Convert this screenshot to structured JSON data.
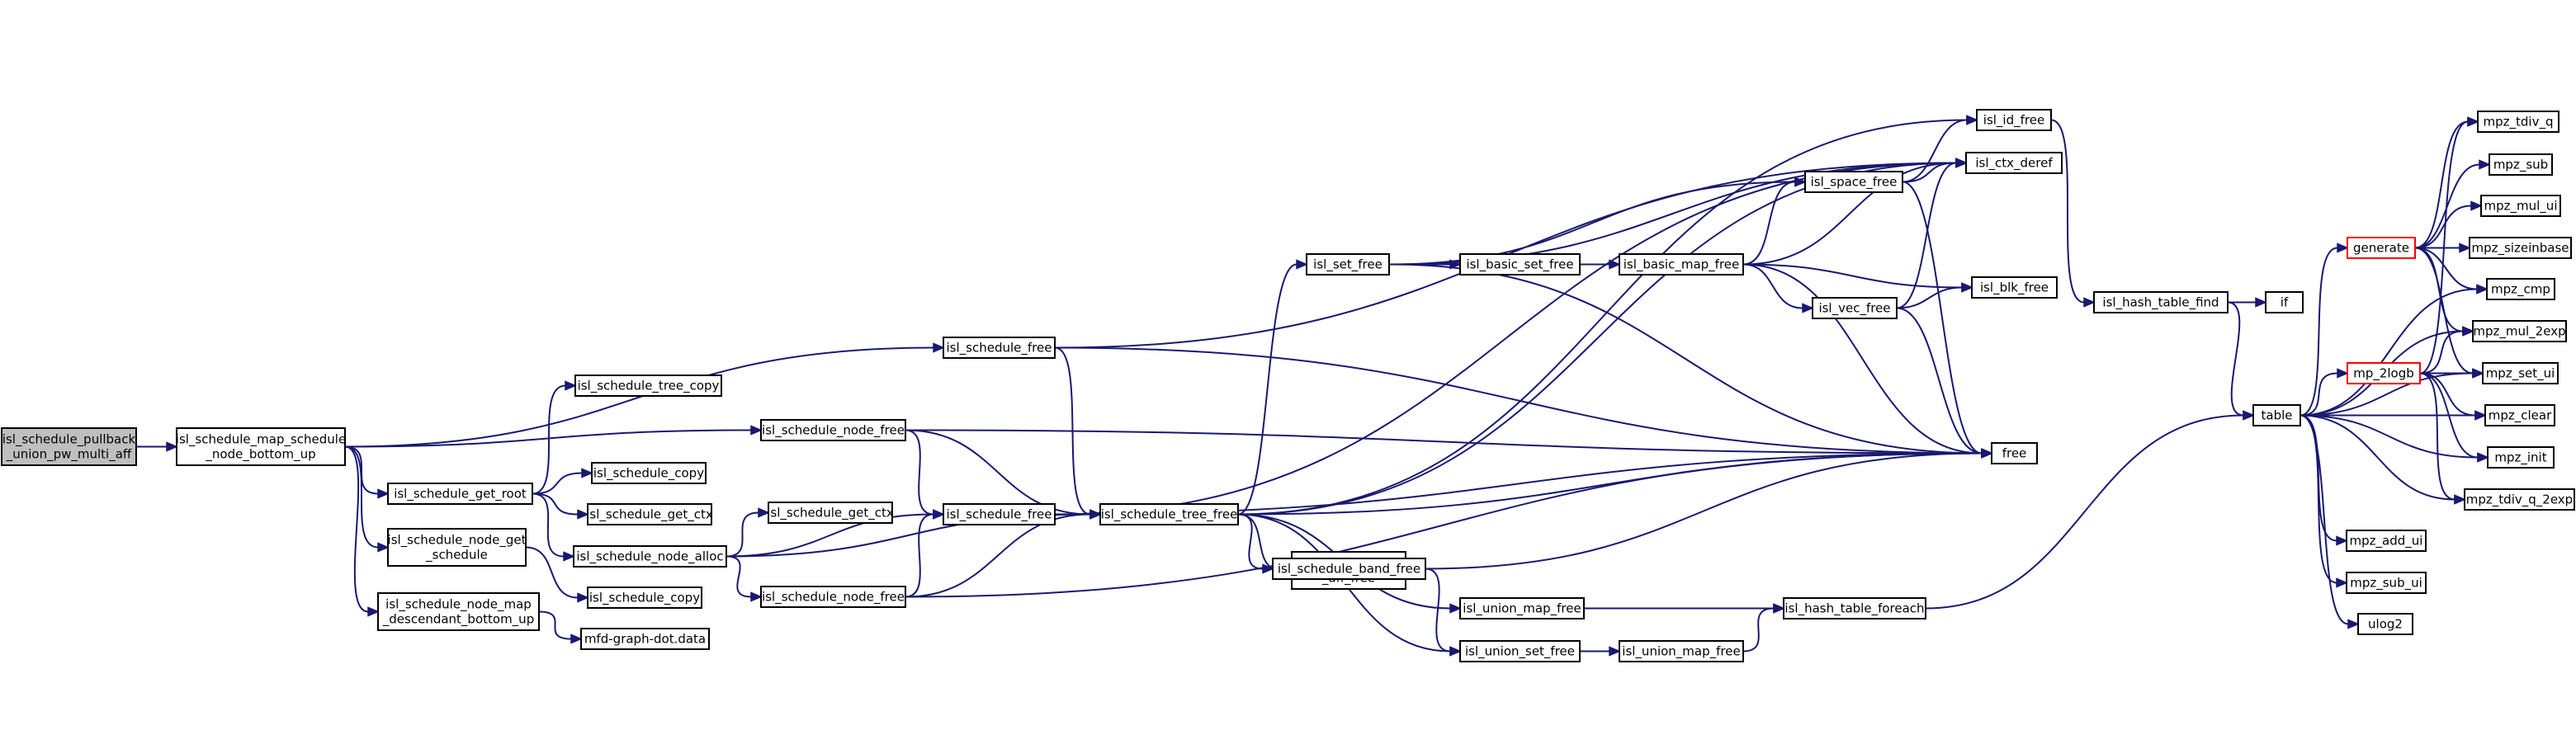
{
  "graph": {
    "nodes": [
      {
        "id": "root",
        "lines": [
          "isl_schedule_pullback",
          "_union_pw_multi_aff"
        ],
        "root": true
      },
      {
        "id": "map_sched_bu",
        "lines": [
          "isl_schedule_map_schedule",
          "_node_bottom_up"
        ]
      },
      {
        "id": "get_root",
        "lines": [
          "isl_schedule_get_root"
        ]
      },
      {
        "id": "node_get_sched",
        "lines": [
          "isl_schedule_node_get",
          "_schedule"
        ]
      },
      {
        "id": "node_map_desc",
        "lines": [
          "isl_schedule_node_map",
          "_descendant_bottom_up"
        ]
      },
      {
        "id": "tree_copy",
        "lines": [
          "isl_schedule_tree_copy"
        ]
      },
      {
        "id": "sched_copy1",
        "lines": [
          "isl_schedule_copy"
        ]
      },
      {
        "id": "get_ctx1",
        "lines": [
          "isl_schedule_get_ctx"
        ]
      },
      {
        "id": "node_alloc",
        "lines": [
          "isl_schedule_node_alloc"
        ]
      },
      {
        "id": "sched_copy2",
        "lines": [
          "isl_schedule_copy"
        ]
      },
      {
        "id": "mfd",
        "lines": [
          "mfd-graph-dot.data"
        ]
      },
      {
        "id": "sched_free_top",
        "lines": [
          "isl_schedule_free"
        ]
      },
      {
        "id": "node_free_top",
        "lines": [
          "isl_schedule_node_free"
        ]
      },
      {
        "id": "get_ctx2",
        "lines": [
          "isl_schedule_get_ctx"
        ]
      },
      {
        "id": "sched_free_mid",
        "lines": [
          "isl_schedule_free"
        ]
      },
      {
        "id": "node_free_bot",
        "lines": [
          "isl_schedule_node_free"
        ]
      },
      {
        "id": "tree_free",
        "lines": [
          "isl_schedule_tree_free"
        ]
      },
      {
        "id": "set_free",
        "lines": [
          "isl_set_free"
        ]
      },
      {
        "id": "upma_free",
        "lines": [
          "isl_union_pw_multi",
          "_aff_free"
        ]
      },
      {
        "id": "band_free",
        "lines": [
          "isl_schedule_band_free"
        ]
      },
      {
        "id": "umap_free1",
        "lines": [
          "isl_union_map_free"
        ]
      },
      {
        "id": "uset_free",
        "lines": [
          "isl_union_set_free"
        ]
      },
      {
        "id": "umap_free2",
        "lines": [
          "isl_union_map_free"
        ]
      },
      {
        "id": "bset_free",
        "lines": [
          "isl_basic_set_free"
        ]
      },
      {
        "id": "bmap_free",
        "lines": [
          "isl_basic_map_free"
        ]
      },
      {
        "id": "space_free",
        "lines": [
          "isl_space_free"
        ]
      },
      {
        "id": "vec_free",
        "lines": [
          "isl_vec_free"
        ]
      },
      {
        "id": "id_free",
        "lines": [
          "isl_id_free"
        ]
      },
      {
        "id": "ctx_deref",
        "lines": [
          "isl_ctx_deref"
        ]
      },
      {
        "id": "blk_free",
        "lines": [
          "isl_blk_free"
        ]
      },
      {
        "id": "free",
        "lines": [
          "free"
        ]
      },
      {
        "id": "ht_foreach",
        "lines": [
          "isl_hash_table_foreach"
        ]
      },
      {
        "id": "ht_find",
        "lines": [
          "isl_hash_table_find"
        ]
      },
      {
        "id": "if",
        "lines": [
          "if"
        ]
      },
      {
        "id": "table",
        "lines": [
          "table"
        ]
      },
      {
        "id": "generate",
        "lines": [
          "generate"
        ],
        "truncated": true
      },
      {
        "id": "mp_2logb",
        "lines": [
          "mp_2logb"
        ],
        "truncated": true
      },
      {
        "id": "mpz_add_ui",
        "lines": [
          "mpz_add_ui"
        ]
      },
      {
        "id": "mpz_sub_ui",
        "lines": [
          "mpz_sub_ui"
        ]
      },
      {
        "id": "ulog2",
        "lines": [
          "ulog2"
        ]
      },
      {
        "id": "mpz_tdiv_q",
        "lines": [
          "mpz_tdiv_q"
        ]
      },
      {
        "id": "mpz_sub",
        "lines": [
          "mpz_sub"
        ]
      },
      {
        "id": "mpz_mul_ui",
        "lines": [
          "mpz_mul_ui"
        ]
      },
      {
        "id": "mpz_sizeinbase",
        "lines": [
          "mpz_sizeinbase"
        ]
      },
      {
        "id": "mpz_cmp",
        "lines": [
          "mpz_cmp"
        ]
      },
      {
        "id": "mpz_mul_2exp",
        "lines": [
          "mpz_mul_2exp"
        ]
      },
      {
        "id": "mpz_set_ui",
        "lines": [
          "mpz_set_ui"
        ]
      },
      {
        "id": "mpz_clear",
        "lines": [
          "mpz_clear"
        ]
      },
      {
        "id": "mpz_init",
        "lines": [
          "mpz_init"
        ]
      },
      {
        "id": "mpz_tdiv_q_2exp",
        "lines": [
          "mpz_tdiv_q_2exp"
        ]
      }
    ],
    "edges": [
      [
        "root",
        "map_sched_bu"
      ],
      [
        "map_sched_bu",
        "sched_free_top"
      ],
      [
        "map_sched_bu",
        "node_free_top"
      ],
      [
        "map_sched_bu",
        "get_root"
      ],
      [
        "map_sched_bu",
        "node_get_sched"
      ],
      [
        "map_sched_bu",
        "node_map_desc"
      ],
      [
        "get_root",
        "tree_copy"
      ],
      [
        "get_root",
        "sched_copy1"
      ],
      [
        "get_root",
        "get_ctx1"
      ],
      [
        "get_root",
        "node_alloc"
      ],
      [
        "node_get_sched",
        "sched_copy2"
      ],
      [
        "node_map_desc",
        "mfd"
      ],
      [
        "node_alloc",
        "get_ctx2"
      ],
      [
        "node_alloc",
        "sched_free_mid"
      ],
      [
        "node_alloc",
        "node_free_bot"
      ],
      [
        "node_alloc",
        "tree_free"
      ],
      [
        "sched_free_top",
        "tree_free"
      ],
      [
        "sched_free_top",
        "free"
      ],
      [
        "sched_free_top",
        "ctx_deref"
      ],
      [
        "node_free_top",
        "sched_free_mid"
      ],
      [
        "node_free_top",
        "tree_free"
      ],
      [
        "node_free_top",
        "free"
      ],
      [
        "sched_free_mid",
        "tree_free"
      ],
      [
        "sched_free_mid",
        "ctx_deref"
      ],
      [
        "sched_free_mid",
        "free"
      ],
      [
        "node_free_bot",
        "sched_free_mid"
      ],
      [
        "node_free_bot",
        "tree_free"
      ],
      [
        "node_free_bot",
        "free"
      ],
      [
        "tree_free",
        "set_free"
      ],
      [
        "tree_free",
        "upma_free"
      ],
      [
        "tree_free",
        "band_free"
      ],
      [
        "tree_free",
        "umap_free1"
      ],
      [
        "tree_free",
        "uset_free"
      ],
      [
        "tree_free",
        "id_free"
      ],
      [
        "tree_free",
        "ctx_deref"
      ],
      [
        "tree_free",
        "free"
      ],
      [
        "band_free",
        "uset_free"
      ],
      [
        "band_free",
        "free"
      ],
      [
        "umap_free1",
        "ht_foreach"
      ],
      [
        "uset_free",
        "umap_free2"
      ],
      [
        "umap_free2",
        "ht_foreach"
      ],
      [
        "set_free",
        "bset_free"
      ],
      [
        "set_free",
        "space_free"
      ],
      [
        "set_free",
        "ctx_deref"
      ],
      [
        "set_free",
        "free"
      ],
      [
        "bset_free",
        "bmap_free"
      ],
      [
        "bmap_free",
        "space_free"
      ],
      [
        "bmap_free",
        "vec_free"
      ],
      [
        "bmap_free",
        "blk_free"
      ],
      [
        "bmap_free",
        "ctx_deref"
      ],
      [
        "bmap_free",
        "free"
      ],
      [
        "space_free",
        "id_free"
      ],
      [
        "space_free",
        "ctx_deref"
      ],
      [
        "space_free",
        "free"
      ],
      [
        "vec_free",
        "blk_free"
      ],
      [
        "vec_free",
        "ctx_deref"
      ],
      [
        "vec_free",
        "free"
      ],
      [
        "ht_foreach",
        "table"
      ],
      [
        "id_free",
        "ht_find"
      ],
      [
        "ht_find",
        "if"
      ],
      [
        "ht_find",
        "table"
      ],
      [
        "table",
        "generate"
      ],
      [
        "table",
        "mp_2logb"
      ],
      [
        "table",
        "mpz_add_ui"
      ],
      [
        "table",
        "mpz_sub_ui"
      ],
      [
        "table",
        "ulog2"
      ],
      [
        "table",
        "mpz_cmp"
      ],
      [
        "table",
        "mpz_mul_2exp"
      ],
      [
        "table",
        "mpz_set_ui"
      ],
      [
        "table",
        "mpz_clear"
      ],
      [
        "table",
        "mpz_init"
      ],
      [
        "table",
        "mpz_tdiv_q_2exp"
      ],
      [
        "generate",
        "mpz_tdiv_q"
      ],
      [
        "generate",
        "mpz_sub"
      ],
      [
        "generate",
        "mpz_mul_ui"
      ],
      [
        "generate",
        "mpz_sizeinbase"
      ],
      [
        "generate",
        "mpz_cmp"
      ],
      [
        "generate",
        "mpz_mul_2exp"
      ],
      [
        "generate",
        "mpz_set_ui"
      ],
      [
        "mp_2logb",
        "mpz_tdiv_q"
      ],
      [
        "mp_2logb",
        "mpz_mul_2exp"
      ],
      [
        "mp_2logb",
        "mpz_set_ui"
      ],
      [
        "mp_2logb",
        "mpz_clear"
      ],
      [
        "mp_2logb",
        "mpz_init"
      ],
      [
        "mp_2logb",
        "mpz_tdiv_q_2exp"
      ]
    ]
  }
}
